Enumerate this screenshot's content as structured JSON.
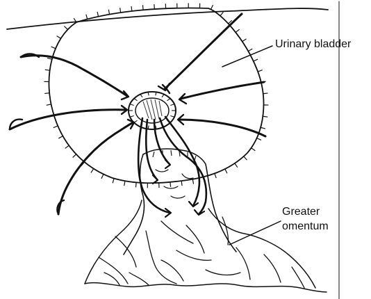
{
  "labels": {
    "bladder": "Urinary bladder",
    "omentum_line1": "Greater",
    "omentum_line2": "omentum"
  },
  "colors": {
    "ink": "#111111",
    "background": "#ffffff"
  }
}
